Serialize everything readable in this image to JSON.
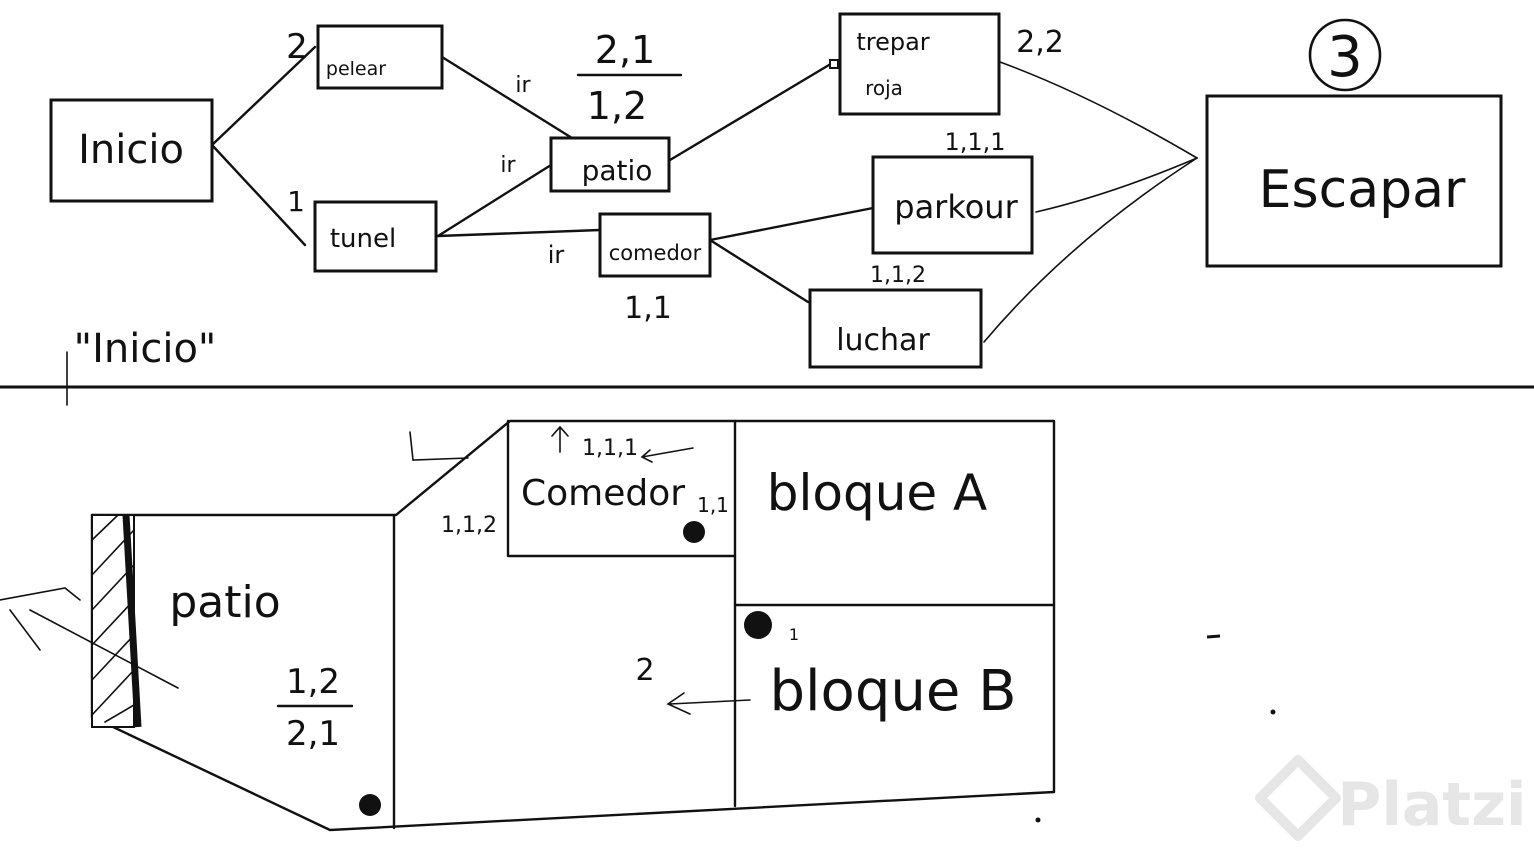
{
  "flow": {
    "inicio": "Inicio",
    "pelear": "pelear",
    "tunel": "tunel",
    "patio": "patio",
    "comedor": "comedor",
    "trepar": "trepar",
    "roja": "roja",
    "parkour": "parkour",
    "luchar": "luchar",
    "escapar": "Escapar",
    "circle_num": "3",
    "num_2": "2",
    "num_1": "1",
    "ir_a": "ir",
    "ir_b": "ir",
    "ir_c": "ir",
    "frac_top": "2,1",
    "frac_bottom": "1,2",
    "trepar_val": "2,2",
    "parkour_val": "1,1,1",
    "luchar_val": "1,1,2",
    "comedor_val": "1,1"
  },
  "inicio_label": "\"Inicio\"",
  "map": {
    "patio": "patio",
    "patio_frac_top": "1,2",
    "patio_frac_bottom": "2,1",
    "comedor": "Comedor",
    "comedor_top": "1,1,1",
    "comedor_left": "1,1,2",
    "comedor_right": "1,1",
    "bloque_a": "bloque A",
    "bloque_b": "bloque B",
    "b_small": "1",
    "arrow_num": "2"
  },
  "watermark": "Platzi"
}
